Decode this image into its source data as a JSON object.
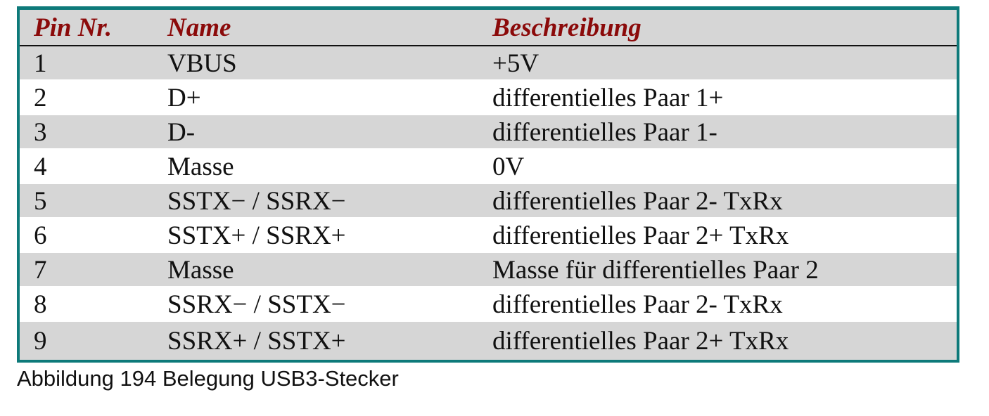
{
  "table": {
    "headers": [
      "Pin Nr.",
      "Name",
      "Beschreibung"
    ],
    "rows": [
      [
        "1",
        "VBUS",
        "+5V"
      ],
      [
        "2",
        "D+",
        "differentielles Paar 1+"
      ],
      [
        "3",
        "D-",
        "differentielles Paar 1-"
      ],
      [
        "4",
        "Masse",
        "0V"
      ],
      [
        "5",
        "SSTX− / SSRX−",
        "differentielles Paar 2- TxRx"
      ],
      [
        "6",
        "SSTX+ / SSRX+",
        "differentielles Paar 2+ TxRx"
      ],
      [
        "7",
        "Masse",
        "Masse für differentielles Paar 2"
      ],
      [
        "8",
        "SSRX− / SSTX−",
        "differentielles Paar 2- TxRx"
      ],
      [
        "9",
        "SSRX+ / SSTX+",
        "differentielles Paar 2+ TxRx"
      ]
    ]
  },
  "caption": "Abbildung 194 Belegung USB3-Stecker",
  "colors": {
    "frame": "#0e7a7a",
    "header_text": "#8b0a0a",
    "row_shade": "#d6d6d6"
  }
}
